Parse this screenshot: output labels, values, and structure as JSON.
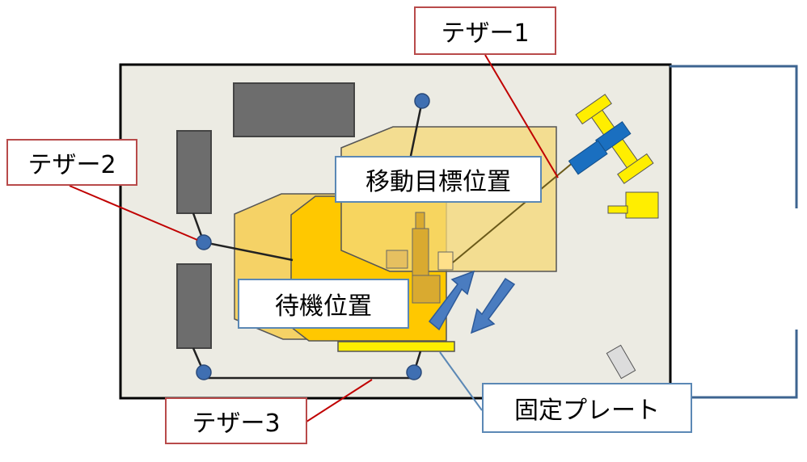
{
  "labels": {
    "tether1": "テザー1",
    "tether2": "テザー2",
    "tether3": "テザー3",
    "target_position": "移動目標位置",
    "standby_position": "待機位置",
    "fixed_plate": "固定プレート"
  },
  "colors": {
    "floor": "#ecebe3",
    "obstacle": "#6d6d6d",
    "target_body": "#f5d97a",
    "standby_body": "#f5d266",
    "standby_core": "#ffc800",
    "plate": "#ffee00",
    "tether_post": "#3f6fb2",
    "arrow": "#4a7cc0",
    "red_callout_border": "#b84a4a",
    "blue_callout_border": "#5b88b5",
    "door": "#3d6490"
  },
  "icons": [
    "robot-arm-icon",
    "gripper-icon",
    "small-part-icon"
  ]
}
